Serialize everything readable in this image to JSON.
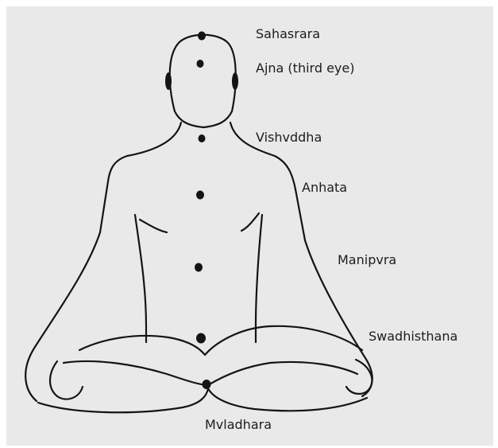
{
  "diagram": {
    "labels": {
      "sahasrara": "Sahasrara",
      "ajna": "Ajna (third eye)",
      "vishuddha": "Vishvddha",
      "anahata": "Anhata",
      "manipura": "Manipvra",
      "swadhisthana": "Swadhisthana",
      "muladhara": "Mvladhara"
    }
  },
  "colors": {
    "paper": "#e9e9ea",
    "border": "#ffffff",
    "ink": "#141414",
    "text": "#1c1c1c"
  }
}
